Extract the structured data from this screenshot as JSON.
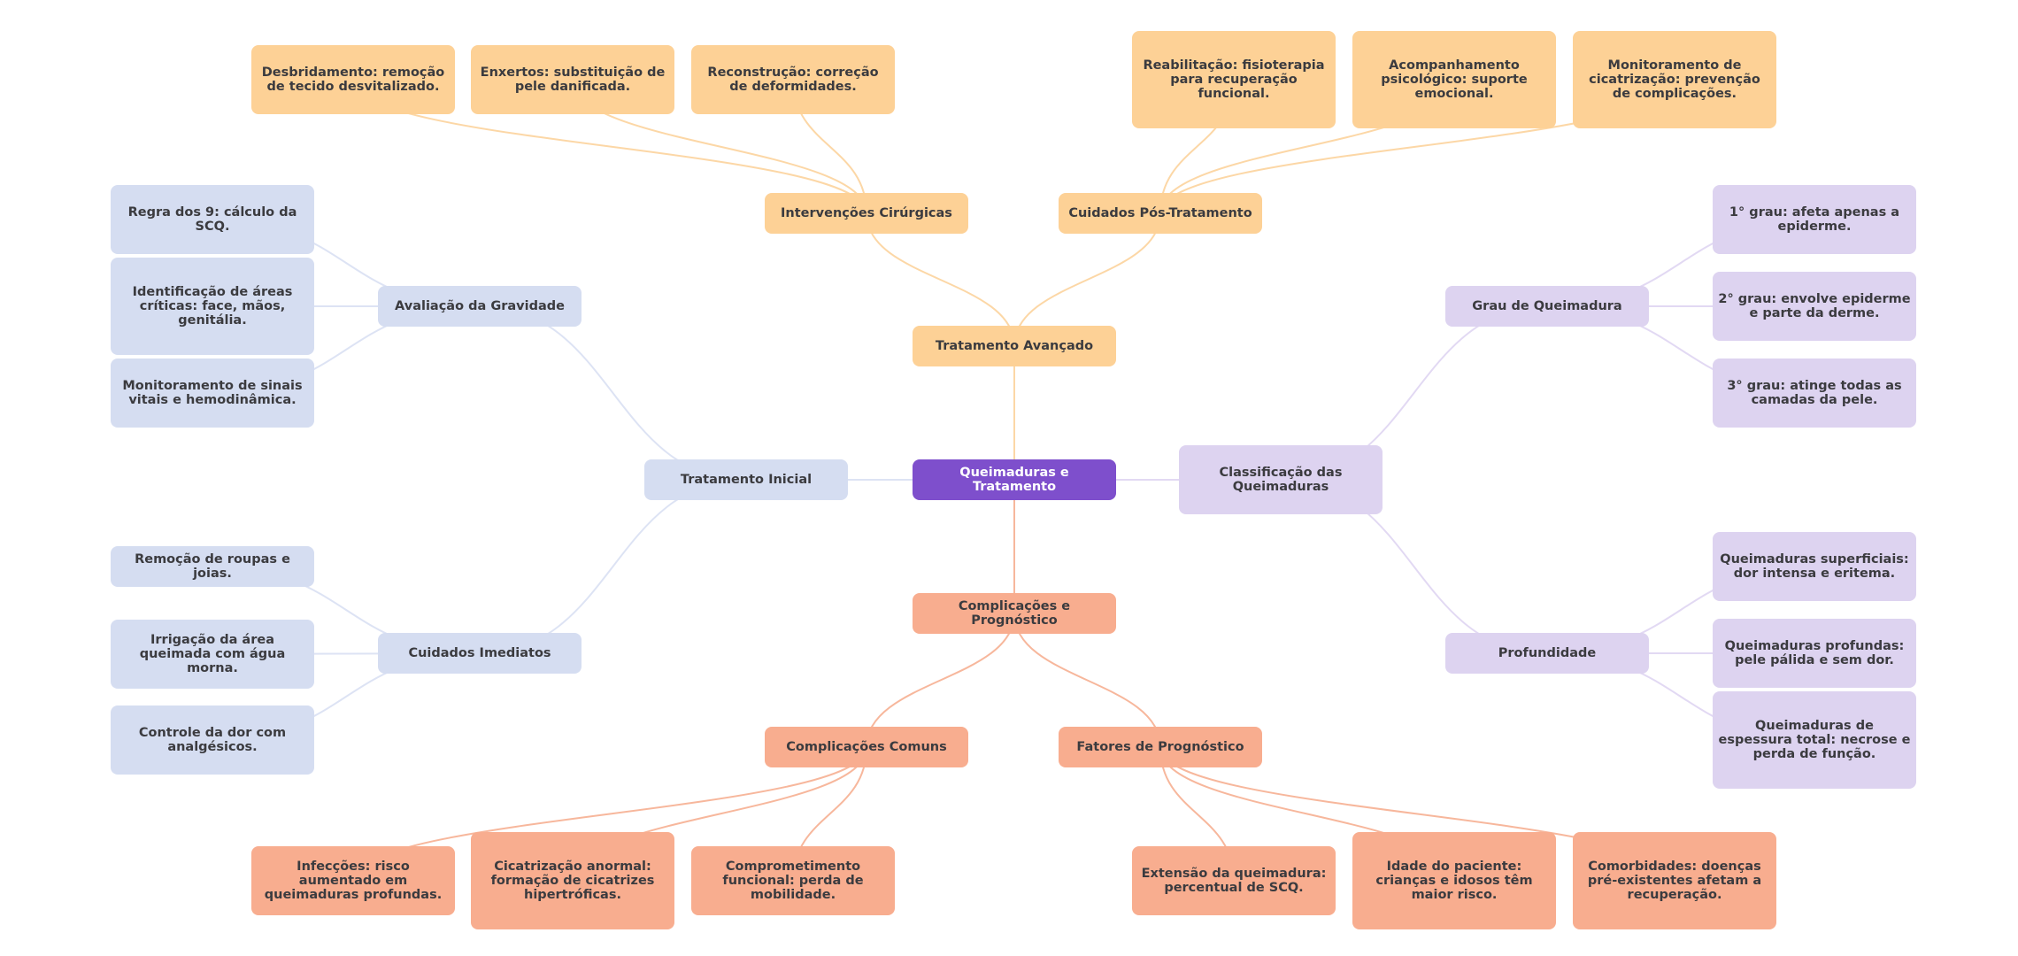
{
  "title": "Queimaduras e Tratamento",
  "colors": {
    "root": "#7e4fcc",
    "orange": "#fdd196",
    "salmon": "#f8ad8f",
    "blue": "#d5ddf1",
    "purple": "#ddd3f0",
    "link_orange": "#fcd7a6",
    "link_salmon": "#f7b79c",
    "link_blue": "#dde3f4",
    "link_purple": "#e2d9f3",
    "text": "#3b3b3f"
  },
  "root": {
    "label": "Queimaduras e Tratamento"
  },
  "branches": {
    "tratamento_avancado": {
      "label": "Tratamento Avançado",
      "intervencoes": {
        "label": "Intervenções Cirúrgicas",
        "items": [
          "Desbridamento: remoção de tecido desvitalizado.",
          "Enxertos: substituição de pele danificada.",
          "Reconstrução: correção de deformidades."
        ]
      },
      "pos_tratamento": {
        "label": "Cuidados Pós-Tratamento",
        "items": [
          "Reabilitação: fisioterapia para recuperação funcional.",
          "Acompanhamento psicológico: suporte emocional.",
          "Monitoramento de cicatrização: prevenção de complicações."
        ]
      }
    },
    "tratamento_inicial": {
      "label": "Tratamento Inicial",
      "avaliacao": {
        "label": "Avaliação da Gravidade",
        "items": [
          "Regra dos 9: cálculo da SCQ.",
          "Identificação de áreas críticas: face, mãos, genitália.",
          "Monitoramento de sinais vitais e hemodinâmica."
        ]
      },
      "imediatos": {
        "label": "Cuidados Imediatos",
        "items": [
          "Remoção de roupas e joias.",
          "Irrigação da área queimada com água morna.",
          "Controle da dor com analgésicos."
        ]
      }
    },
    "classificacao": {
      "label": "Classificação das Queimaduras",
      "grau": {
        "label": "Grau de Queimadura",
        "items": [
          "1° grau: afeta apenas a epiderme.",
          "2° grau: envolve epiderme e parte da derme.",
          "3° grau: atinge todas as camadas da pele."
        ]
      },
      "profundidade": {
        "label": "Profundidade",
        "items": [
          "Queimaduras superficiais: dor intensa e eritema.",
          "Queimaduras profundas: pele pálida e sem dor.",
          "Queimaduras de espessura total: necrose e perda de função."
        ]
      }
    },
    "complicacoes": {
      "label": "Complicações e Prognóstico",
      "comuns": {
        "label": "Complicações Comuns",
        "items": [
          "Infecções: risco aumentado em queimaduras profundas.",
          "Cicatrização anormal: formação de cicatrizes hipertróficas.",
          "Comprometimento funcional: perda de mobilidade."
        ]
      },
      "prognostico": {
        "label": "Fatores de Prognóstico",
        "items": [
          "Extensão da queimadura: percentual de SCQ.",
          "Idade do paciente: crianças e idosos têm maior risco.",
          "Comorbidades: doenças pré-existentes afetam a recuperação."
        ]
      }
    }
  }
}
